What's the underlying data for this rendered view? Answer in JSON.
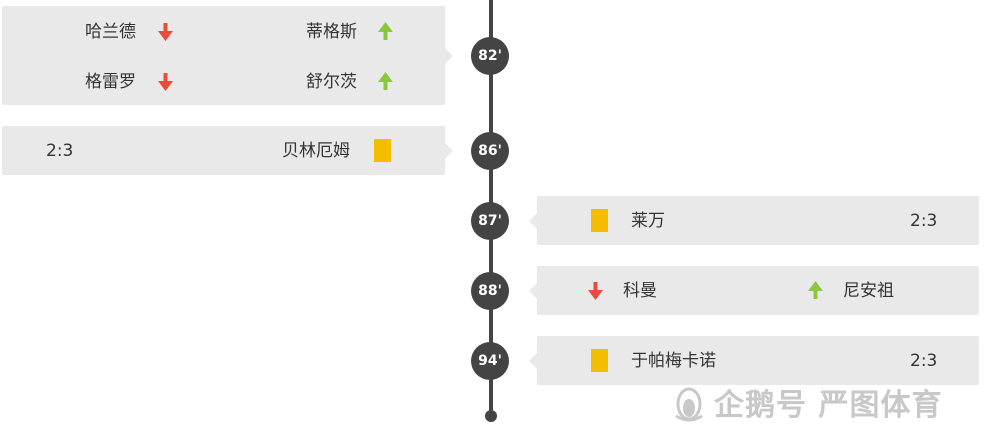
{
  "colors": {
    "timeline": "#444444",
    "card_bg": "#e9e9e9",
    "sub_out": "#e84c3d",
    "sub_in": "#8cc63f",
    "yellow_card": "#f5bd00"
  },
  "events": {
    "e82": {
      "minute": "82'",
      "row1": {
        "out_player": "哈兰德",
        "in_player": "蒂格斯"
      },
      "row2": {
        "out_player": "格雷罗",
        "in_player": "舒尔茨"
      }
    },
    "e86": {
      "minute": "86'",
      "score": "2:3",
      "player": "贝林厄姆"
    },
    "e87": {
      "minute": "87'",
      "score": "2:3",
      "player": "莱万"
    },
    "e88": {
      "minute": "88'",
      "out_player": "科曼",
      "in_player": "尼安祖"
    },
    "e94": {
      "minute": "94'",
      "score": "2:3",
      "player": "于帕梅卡诺"
    }
  },
  "watermark": {
    "text": "企鹅号 严图体育",
    "icon": "penguin-logo-icon"
  },
  "icons": {
    "out": "arrow-down-icon",
    "in": "arrow-up-icon",
    "card": "yellow-card-icon"
  }
}
